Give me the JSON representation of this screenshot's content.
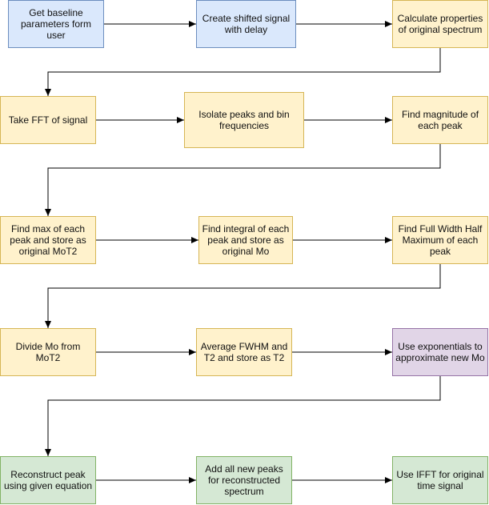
{
  "colors": {
    "blue": {
      "fill": "#dae8fc",
      "stroke": "#6c8ebf"
    },
    "yellow": {
      "fill": "#fff2cc",
      "stroke": "#d6b656"
    },
    "purple": {
      "fill": "#e1d5e7",
      "stroke": "#9673a6"
    },
    "green": {
      "fill": "#d5e8d4",
      "stroke": "#82b366"
    },
    "edge": "#000000"
  },
  "nodes": [
    {
      "id": "get-baseline",
      "label": "Get baseline parameters form user",
      "color": "blue"
    },
    {
      "id": "create-shifted",
      "label": "Create shifted signal with delay",
      "color": "blue"
    },
    {
      "id": "calc-properties",
      "label": "Calculate properties of original spectrum",
      "color": "yellow"
    },
    {
      "id": "take-fft",
      "label": "Take FFT of signal",
      "color": "yellow"
    },
    {
      "id": "isolate-peaks",
      "label": "Isolate peaks and bin frequencies",
      "color": "yellow"
    },
    {
      "id": "find-magnitude",
      "label": "Find magnitude of each peak",
      "color": "yellow"
    },
    {
      "id": "find-max",
      "label": "Find max of each peak and store as original MoT2",
      "color": "yellow"
    },
    {
      "id": "find-integral",
      "label": "Find integral of each peak and store as original Mo",
      "color": "yellow"
    },
    {
      "id": "find-fwhm",
      "label": "Find Full Width Half Maximum of each peak",
      "color": "yellow"
    },
    {
      "id": "divide-mo",
      "label": "Divide Mo from MoT2",
      "color": "yellow"
    },
    {
      "id": "average-fwhm",
      "label": "Average FWHM and T2 and store as T2",
      "color": "yellow"
    },
    {
      "id": "use-exponentials",
      "label": "Use exponentials to approximate new Mo",
      "color": "purple"
    },
    {
      "id": "reconstruct-peak",
      "label": "Reconstruct peak using given equation",
      "color": "green"
    },
    {
      "id": "add-peaks",
      "label": "Add all new peaks for reconstructed spectrum",
      "color": "green"
    },
    {
      "id": "use-ifft",
      "label": "Use IFFT for original time signal",
      "color": "green"
    }
  ],
  "edges": [
    {
      "from": "get-baseline",
      "to": "create-shifted"
    },
    {
      "from": "create-shifted",
      "to": "calc-properties"
    },
    {
      "from": "calc-properties",
      "to": "take-fft"
    },
    {
      "from": "take-fft",
      "to": "isolate-peaks"
    },
    {
      "from": "isolate-peaks",
      "to": "find-magnitude"
    },
    {
      "from": "find-magnitude",
      "to": "find-max"
    },
    {
      "from": "find-max",
      "to": "find-integral"
    },
    {
      "from": "find-integral",
      "to": "find-fwhm"
    },
    {
      "from": "find-fwhm",
      "to": "divide-mo"
    },
    {
      "from": "divide-mo",
      "to": "average-fwhm"
    },
    {
      "from": "average-fwhm",
      "to": "use-exponentials"
    },
    {
      "from": "use-exponentials",
      "to": "reconstruct-peak"
    },
    {
      "from": "reconstruct-peak",
      "to": "add-peaks"
    },
    {
      "from": "add-peaks",
      "to": "use-ifft"
    }
  ]
}
